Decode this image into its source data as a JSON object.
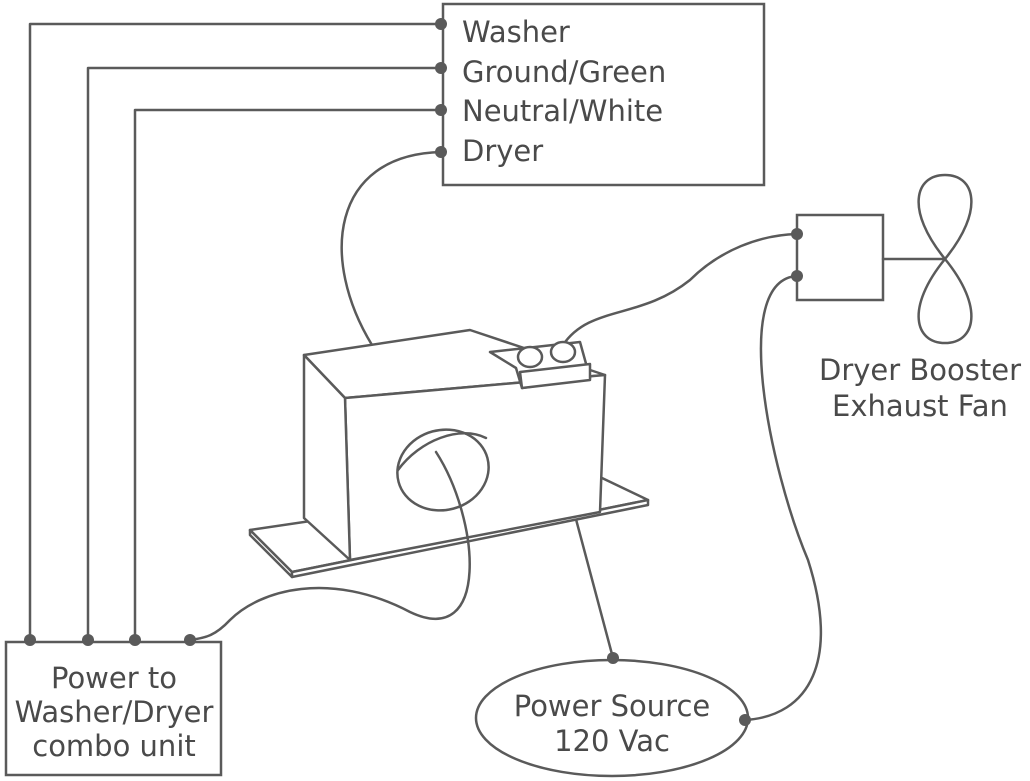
{
  "panel": {
    "labels": [
      "Washer",
      "Ground/Green",
      "Neutral/White",
      "Dryer"
    ]
  },
  "fan": {
    "label_line1": "Dryer Booster",
    "label_line2": "Exhaust Fan"
  },
  "combo_unit": {
    "label_line1": "Power to",
    "label_line2": "Washer/Dryer",
    "label_line3": "combo unit"
  },
  "power_source": {
    "label_line1": "Power Source",
    "label_line2": "120 Vac"
  },
  "colors": {
    "line": "#5a5a5a",
    "text": "#4a4a4a",
    "background": "#ffffff"
  }
}
